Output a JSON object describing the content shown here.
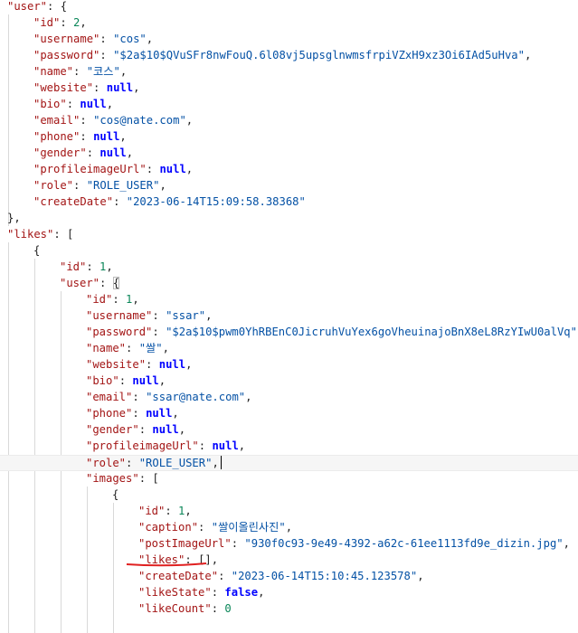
{
  "lines": [
    {
      "indent": 0,
      "tokens": [
        [
          "key",
          "\"user\""
        ],
        [
          "pun",
          ": {"
        ]
      ]
    },
    {
      "indent": 1,
      "tokens": [
        [
          "key",
          "\"id\""
        ],
        [
          "pun",
          ": "
        ],
        [
          "num",
          "2"
        ],
        [
          "pun",
          ","
        ]
      ]
    },
    {
      "indent": 1,
      "tokens": [
        [
          "key",
          "\"username\""
        ],
        [
          "pun",
          ": "
        ],
        [
          "str",
          "\"cos\""
        ],
        [
          "pun",
          ","
        ]
      ]
    },
    {
      "indent": 1,
      "tokens": [
        [
          "key",
          "\"password\""
        ],
        [
          "pun",
          ": "
        ],
        [
          "str",
          "\"$2a$10$QVuSFr8nwFouQ.6l08vj5upsglnwmsfrpiVZxH9xz3Oi6IAd5uHva\""
        ],
        [
          "pun",
          ","
        ]
      ]
    },
    {
      "indent": 1,
      "tokens": [
        [
          "key",
          "\"name\""
        ],
        [
          "pun",
          ": "
        ],
        [
          "str",
          "\"코스\""
        ],
        [
          "pun",
          ","
        ]
      ]
    },
    {
      "indent": 1,
      "tokens": [
        [
          "key",
          "\"website\""
        ],
        [
          "pun",
          ": "
        ],
        [
          "kw",
          "null"
        ],
        [
          "pun",
          ","
        ]
      ]
    },
    {
      "indent": 1,
      "tokens": [
        [
          "key",
          "\"bio\""
        ],
        [
          "pun",
          ": "
        ],
        [
          "kw",
          "null"
        ],
        [
          "pun",
          ","
        ]
      ]
    },
    {
      "indent": 1,
      "tokens": [
        [
          "key",
          "\"email\""
        ],
        [
          "pun",
          ": "
        ],
        [
          "str",
          "\"cos@nate.com\""
        ],
        [
          "pun",
          ","
        ]
      ]
    },
    {
      "indent": 1,
      "tokens": [
        [
          "key",
          "\"phone\""
        ],
        [
          "pun",
          ": "
        ],
        [
          "kw",
          "null"
        ],
        [
          "pun",
          ","
        ]
      ]
    },
    {
      "indent": 1,
      "tokens": [
        [
          "key",
          "\"gender\""
        ],
        [
          "pun",
          ": "
        ],
        [
          "kw",
          "null"
        ],
        [
          "pun",
          ","
        ]
      ]
    },
    {
      "indent": 1,
      "tokens": [
        [
          "key",
          "\"profileimageUrl\""
        ],
        [
          "pun",
          ": "
        ],
        [
          "kw",
          "null"
        ],
        [
          "pun",
          ","
        ]
      ]
    },
    {
      "indent": 1,
      "tokens": [
        [
          "key",
          "\"role\""
        ],
        [
          "pun",
          ": "
        ],
        [
          "str",
          "\"ROLE_USER\""
        ],
        [
          "pun",
          ","
        ]
      ]
    },
    {
      "indent": 1,
      "tokens": [
        [
          "key",
          "\"createDate\""
        ],
        [
          "pun",
          ": "
        ],
        [
          "str",
          "\"2023-06-14T15:09:58.38368\""
        ]
      ]
    },
    {
      "indent": 0,
      "tokens": [
        [
          "pun",
          "},"
        ]
      ]
    },
    {
      "indent": 0,
      "tokens": [
        [
          "key",
          "\"likes\""
        ],
        [
          "pun",
          ": ["
        ]
      ]
    },
    {
      "indent": 1,
      "tokens": [
        [
          "pun",
          "{"
        ]
      ]
    },
    {
      "indent": 2,
      "tokens": [
        [
          "key",
          "\"id\""
        ],
        [
          "pun",
          ": "
        ],
        [
          "num",
          "1"
        ],
        [
          "pun",
          ","
        ]
      ]
    },
    {
      "indent": 2,
      "tokens": [
        [
          "key",
          "\"user\""
        ],
        [
          "pun",
          ": "
        ],
        [
          "pun",
          "{"
        ]
      ],
      "boxed_last": true
    },
    {
      "indent": 3,
      "tokens": [
        [
          "key",
          "\"id\""
        ],
        [
          "pun",
          ": "
        ],
        [
          "num",
          "1"
        ],
        [
          "pun",
          ","
        ]
      ]
    },
    {
      "indent": 3,
      "tokens": [
        [
          "key",
          "\"username\""
        ],
        [
          "pun",
          ": "
        ],
        [
          "str",
          "\"ssar\""
        ],
        [
          "pun",
          ","
        ]
      ]
    },
    {
      "indent": 3,
      "tokens": [
        [
          "key",
          "\"password\""
        ],
        [
          "pun",
          ": "
        ],
        [
          "str",
          "\"$2a$10$pwm0YhRBEnC0JicruhVuYex6goVheuinajoBnX8eL8RzYIwU0alVq\""
        ],
        [
          "pun",
          ","
        ]
      ]
    },
    {
      "indent": 3,
      "tokens": [
        [
          "key",
          "\"name\""
        ],
        [
          "pun",
          ": "
        ],
        [
          "str",
          "\"쌀\""
        ],
        [
          "pun",
          ","
        ]
      ]
    },
    {
      "indent": 3,
      "tokens": [
        [
          "key",
          "\"website\""
        ],
        [
          "pun",
          ": "
        ],
        [
          "kw",
          "null"
        ],
        [
          "pun",
          ","
        ]
      ]
    },
    {
      "indent": 3,
      "tokens": [
        [
          "key",
          "\"bio\""
        ],
        [
          "pun",
          ": "
        ],
        [
          "kw",
          "null"
        ],
        [
          "pun",
          ","
        ]
      ]
    },
    {
      "indent": 3,
      "tokens": [
        [
          "key",
          "\"email\""
        ],
        [
          "pun",
          ": "
        ],
        [
          "str",
          "\"ssar@nate.com\""
        ],
        [
          "pun",
          ","
        ]
      ]
    },
    {
      "indent": 3,
      "tokens": [
        [
          "key",
          "\"phone\""
        ],
        [
          "pun",
          ": "
        ],
        [
          "kw",
          "null"
        ],
        [
          "pun",
          ","
        ]
      ]
    },
    {
      "indent": 3,
      "tokens": [
        [
          "key",
          "\"gender\""
        ],
        [
          "pun",
          ": "
        ],
        [
          "kw",
          "null"
        ],
        [
          "pun",
          ","
        ]
      ]
    },
    {
      "indent": 3,
      "tokens": [
        [
          "key",
          "\"profileimageUrl\""
        ],
        [
          "pun",
          ": "
        ],
        [
          "kw",
          "null"
        ],
        [
          "pun",
          ","
        ]
      ]
    },
    {
      "indent": 3,
      "tokens": [
        [
          "key",
          "\"role\""
        ],
        [
          "pun",
          ": "
        ],
        [
          "str",
          "\"ROLE_USER\""
        ],
        [
          "pun",
          ","
        ]
      ],
      "cursor": true,
      "highlight": true
    },
    {
      "indent": 3,
      "tokens": [
        [
          "key",
          "\"images\""
        ],
        [
          "pun",
          ": ["
        ]
      ]
    },
    {
      "indent": 4,
      "tokens": [
        [
          "pun",
          "{"
        ]
      ]
    },
    {
      "indent": 5,
      "tokens": [
        [
          "key",
          "\"id\""
        ],
        [
          "pun",
          ": "
        ],
        [
          "num",
          "1"
        ],
        [
          "pun",
          ","
        ]
      ]
    },
    {
      "indent": 5,
      "tokens": [
        [
          "key",
          "\"caption\""
        ],
        [
          "pun",
          ": "
        ],
        [
          "str",
          "\"쌀이올린사진\""
        ],
        [
          "pun",
          ","
        ]
      ]
    },
    {
      "indent": 5,
      "tokens": [
        [
          "key",
          "\"postImageUrl\""
        ],
        [
          "pun",
          ": "
        ],
        [
          "str",
          "\"930f0c93-9e49-4392-a62c-61ee1113fd9e_dizin.jpg\""
        ],
        [
          "pun",
          ","
        ]
      ]
    },
    {
      "indent": 5,
      "tokens": [
        [
          "key",
          "\"likes\""
        ],
        [
          "pun",
          ": "
        ],
        [
          "pun",
          "[],"
        ]
      ]
    },
    {
      "indent": 5,
      "tokens": [
        [
          "key",
          "\"createDate\""
        ],
        [
          "pun",
          ": "
        ],
        [
          "str",
          "\"2023-06-14T15:10:45.123578\""
        ],
        [
          "pun",
          ","
        ]
      ]
    },
    {
      "indent": 5,
      "tokens": [
        [
          "key",
          "\"likeState\""
        ],
        [
          "pun",
          ": "
        ],
        [
          "kw",
          "false"
        ],
        [
          "pun",
          ","
        ]
      ]
    },
    {
      "indent": 5,
      "tokens": [
        [
          "key",
          "\"likeCount\""
        ],
        [
          "pun",
          ": "
        ],
        [
          "num",
          "0"
        ]
      ]
    }
  ],
  "colors": {
    "key": "#a31515",
    "string": "#0451a5",
    "number": "#098658",
    "keyword": "#0000ff",
    "underline": "#e02020"
  }
}
